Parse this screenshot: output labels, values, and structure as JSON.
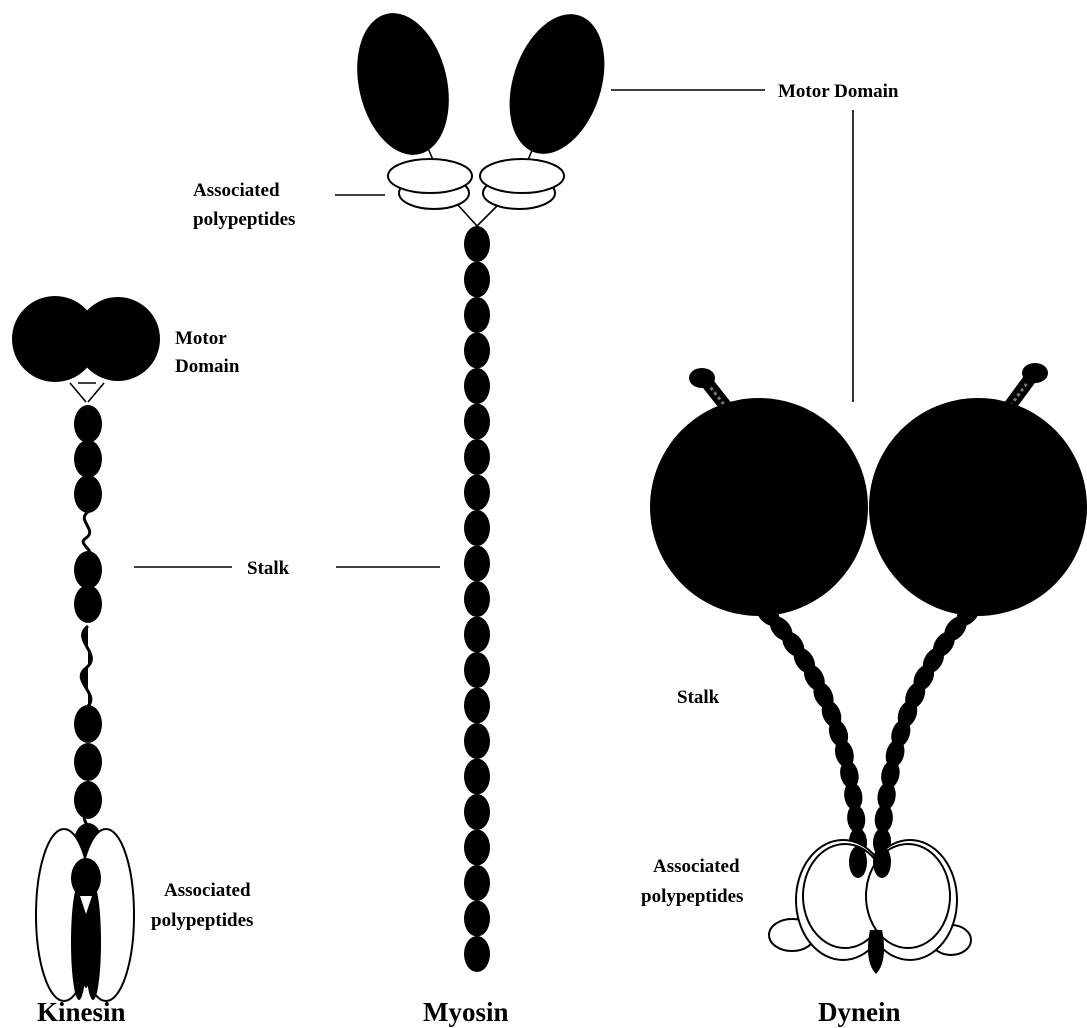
{
  "colors": {
    "ink": "#000000",
    "background": "#ffffff"
  },
  "labels": {
    "myosin_motor_domain": "Motor Domain",
    "myosin_associated_line1": "Associated",
    "myosin_associated_line2": "polypeptides",
    "kinesin_motor_line1": "Motor",
    "kinesin_motor_line2": "Domain",
    "stalk": "Stalk",
    "kinesin_associated_line1": "Associated",
    "kinesin_associated_line2": "polypeptides",
    "dynein_stalk": "Stalk",
    "dynein_associated_line1": "Associated",
    "dynein_associated_line2": "polypeptides"
  },
  "proteins": [
    {
      "key": "kinesin",
      "name": "Kinesin"
    },
    {
      "key": "myosin",
      "name": "Myosin"
    },
    {
      "key": "dynein",
      "name": "Dynein"
    }
  ]
}
